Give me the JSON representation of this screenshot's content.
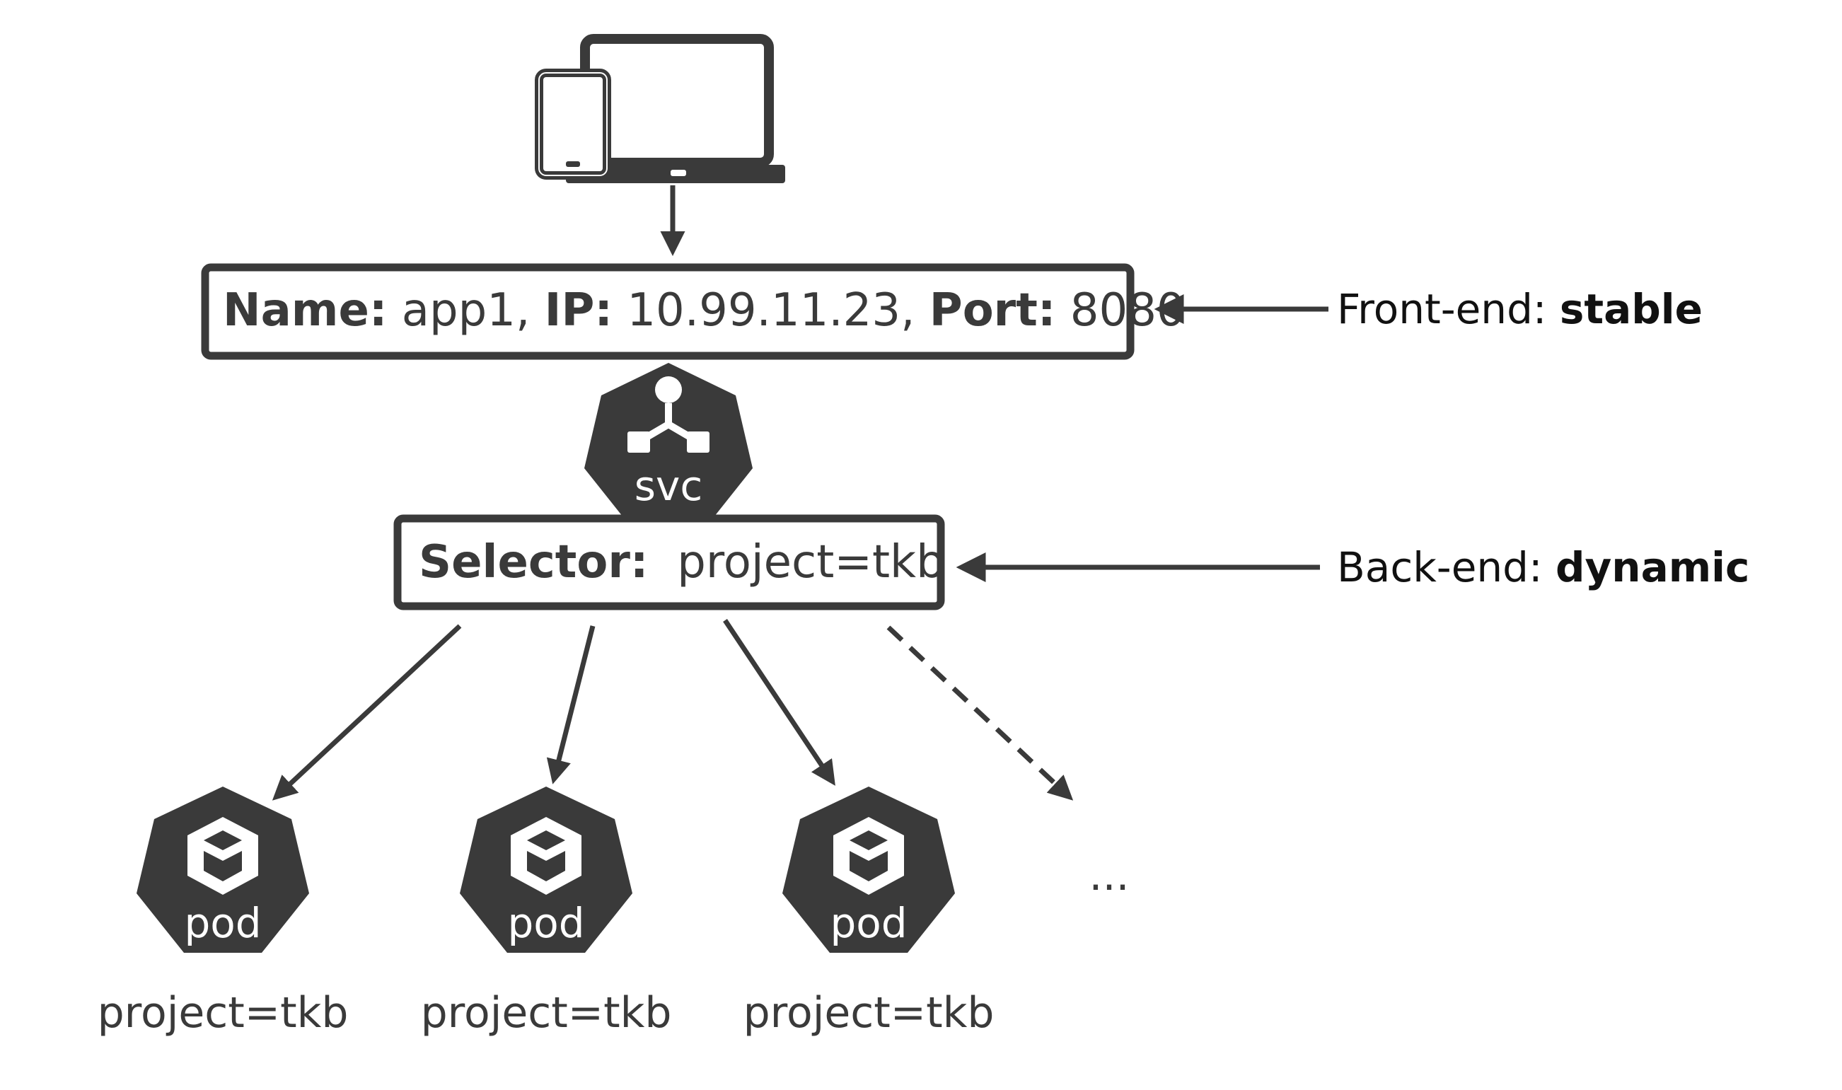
{
  "service_box": {
    "name_label": "Name:",
    "name_value": " app1, ",
    "ip_label": "IP:",
    "ip_value": " 10.99.11.23, ",
    "port_label": "Port:",
    "port_value": " 8080"
  },
  "svc_label": "svc",
  "selector_box": {
    "label": "Selector:",
    "value": "  project=tkb"
  },
  "frontend": {
    "label": "Front-end: ",
    "value": "stable"
  },
  "backend": {
    "label": "Back-end: ",
    "value": "dynamic"
  },
  "pods": [
    {
      "icon_label": "pod",
      "label": "project=tkb"
    },
    {
      "icon_label": "pod",
      "label": "project=tkb"
    },
    {
      "icon_label": "pod",
      "label": "project=tkb"
    }
  ],
  "ellipsis": "..."
}
